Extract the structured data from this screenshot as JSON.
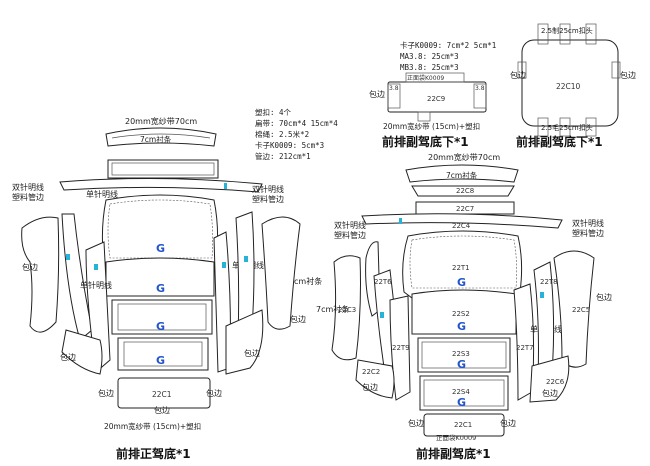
{
  "titles": {
    "front_driver_base": "前排正驾底*1",
    "front_passenger_base": "前排副驾底*1",
    "front_passenger_lower_a": "前排副驾底下*1",
    "front_passenger_lower_b": "前排副驾底下*1"
  },
  "notes_top_right": {
    "line1": "卡子K0009: 7cm*2   5cm*1",
    "line2": "MA3.8: 25cm*3",
    "line3": "MB3.8: 25cm*3",
    "line4": "正面袋K0009"
  },
  "notes_center": {
    "line1": "塑扣: 4个",
    "line2": "扁带: 70cm*4  15cm*4",
    "line3": "棉绳: 2.5米*2",
    "line4": "卡子K0009: 5cm*3",
    "line5": "管边: 212cm*1"
  },
  "labels": {
    "band_70cm": "20mm宽纱带70cm",
    "lining_7cm": "7cm衬条",
    "double_stitch_pipe": "双针明线\n塑料管边",
    "single_stitch": "单针明线",
    "binding": "包边",
    "band_15cm_clip": "20mm宽纱带 (15cm)+塑扣",
    "face_bag": "正面袋K0009",
    "g_mark": "G",
    "cm_lining": "cm衬条",
    "lining_7cm_vertical": "7cm衬条",
    "top_strip": "2.5制25cm扣头",
    "bottom_strip": "2.5毛25cm扣头"
  },
  "codes": {
    "c9": "22C9",
    "c10": "22C10",
    "c8": "22C8",
    "c7": "22C7",
    "c4": "22C4",
    "t1": "22T1",
    "s2": "22S2",
    "s3": "22S3",
    "s4": "22S4",
    "c3": "22C3",
    "c5": "22C5",
    "t6": "22T6",
    "t8": "22T8",
    "t9": "22T9",
    "t7": "22T7",
    "c2": "22C2",
    "c6": "22C6",
    "c1": "22C1",
    "c1_left": "22C1",
    "t3_8": "3.8",
    "t3_8b": "3.8"
  },
  "colors": {
    "ink": "#222222",
    "g_mark": "#2255cc",
    "marker": "#27b3d8"
  }
}
